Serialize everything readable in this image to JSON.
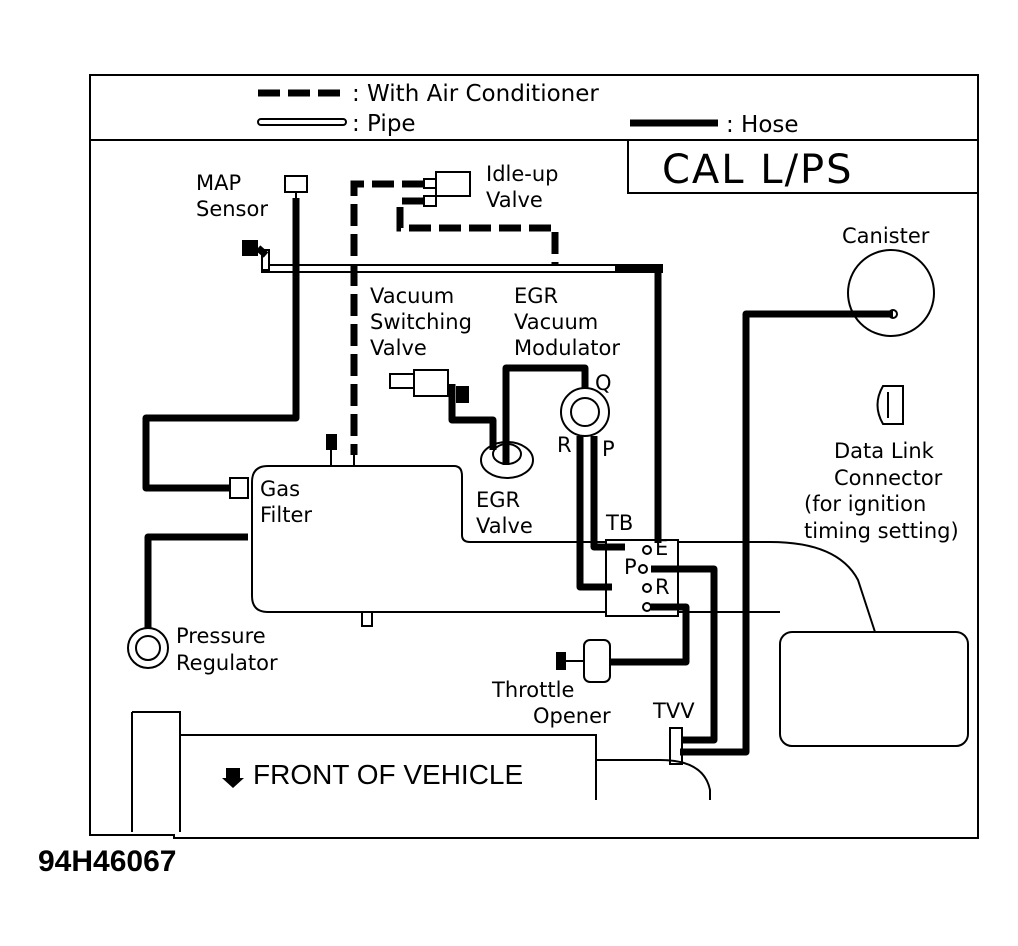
{
  "legend": {
    "with_ac": ": With Air Conditioner",
    "pipe": ": Pipe",
    "hose": ": Hose"
  },
  "title_box": "CAL  L/PS",
  "components": {
    "map_sensor": [
      "MAP",
      "Sensor"
    ],
    "idle_up_valve": [
      "Idle-up",
      "Valve"
    ],
    "canister": "Canister",
    "vacuum_switching_valve": [
      "Vacuum",
      "Switching",
      "Valve"
    ],
    "egr_vacuum_modulator": [
      "EGR",
      "Vacuum",
      "Modulator"
    ],
    "egr_valve": [
      "EGR",
      "Valve"
    ],
    "gas_filter": [
      "Gas",
      "Filter"
    ],
    "pressure_regulator": [
      "Pressure",
      "Regulator"
    ],
    "throttle_opener": [
      "Throttle",
      "Opener"
    ],
    "tvv": "TVV",
    "tb": "TB",
    "data_link_connector": [
      "Data Link",
      "Connector",
      "(for ignition",
      "timing setting)"
    ]
  },
  "ports": {
    "q": "Q",
    "r": "R",
    "p": "P",
    "tb_e": "E",
    "tb_p": "P",
    "tb_r": "R"
  },
  "front_of_vehicle": "FRONT OF VEHICLE",
  "figure_code": "94H46067"
}
